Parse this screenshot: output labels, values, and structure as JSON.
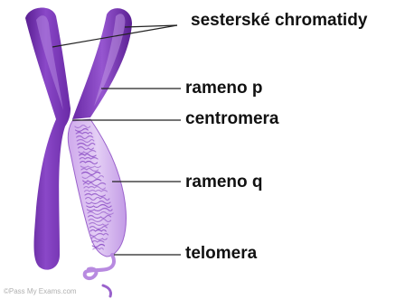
{
  "diagram": {
    "labels": {
      "sister_chromatids": "sesterské chromatidy",
      "p_arm": "rameno p",
      "centromere": "centromera",
      "q_arm": "rameno q",
      "telomere": "telomera"
    },
    "watermark": "©Pass My Exams.com"
  },
  "colors": {
    "chromatid": "#7a38b8",
    "chromatid_dark": "#5a1f92",
    "chromatid_light": "#a56fd6",
    "coil": "#9a62cc",
    "coil_light": "#d6b8ee",
    "leader_line": "#222222"
  }
}
